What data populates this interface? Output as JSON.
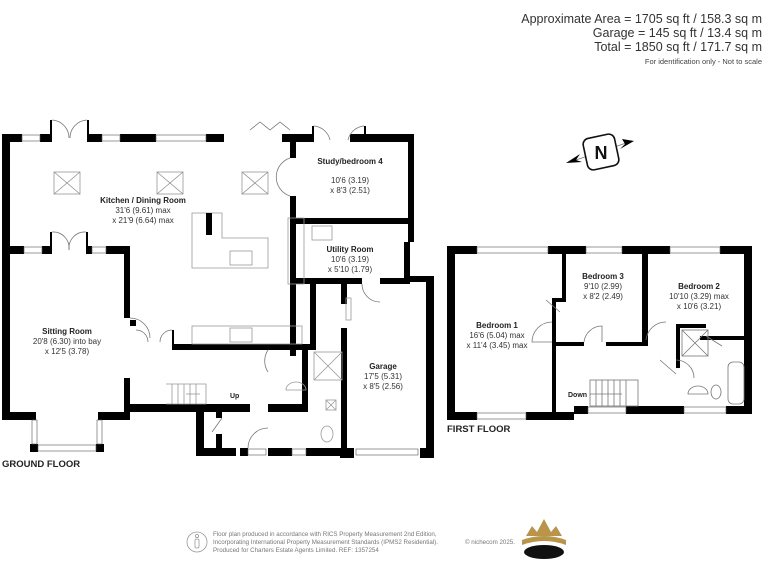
{
  "area_summary": {
    "approximate_area": "Approximate Area = 1705 sq ft / 158.3 sq m",
    "garage": "Garage = 145 sq ft / 13.4 sq m",
    "total": "Total = 1850 sq ft / 171.7 sq m",
    "note": "For identification only - Not to scale"
  },
  "compass": {
    "letter": "N",
    "icon": "north-arrow-icon"
  },
  "ground_floor": {
    "label": "GROUND FLOOR",
    "rooms": [
      {
        "name": "Kitchen / Dining Room",
        "dim1": "31'6 (9.61) max",
        "dim2": "x 21'9 (6.64) max"
      },
      {
        "name": "Study/bedroom 4",
        "dim1": "10'6 (3.19)",
        "dim2": "x 8'3 (2.51)"
      },
      {
        "name": "Utility Room",
        "dim1": "10'6 (3.19)",
        "dim2": "x 5'10 (1.79)"
      },
      {
        "name": "Sitting Room",
        "dim1": "20'8 (6.30) into bay",
        "dim2": "x 12'5 (3.78)"
      },
      {
        "name": "Garage",
        "dim1": "17'5 (5.31)",
        "dim2": "x 8'5 (2.56)"
      }
    ],
    "stairs_label": "Up"
  },
  "first_floor": {
    "label": "FIRST FLOOR",
    "rooms": [
      {
        "name": "Bedroom 1",
        "dim1": "16'6 (5.04) max",
        "dim2": "x 11'4 (3.45) max"
      },
      {
        "name": "Bedroom 3",
        "dim1": "9'10 (2.99)",
        "dim2": "x 8'2 (2.49)"
      },
      {
        "name": "Bedroom 2",
        "dim1": "10'10 (3.29) max",
        "dim2": "x 10'6 (3.21)"
      }
    ],
    "stairs_label": "Down"
  },
  "footer": {
    "line1": "Floor plan produced in accordance with RICS Property Measurement 2nd Edition,",
    "line2": "Incorporating International Property Measurement Standards (IPMS2 Residential).",
    "line3": "Produced for Charters Estate Agents Limited.   REF: 1357254",
    "copyright": "© nichecom 2025.",
    "logo": "crown-logo-icon"
  },
  "colors": {
    "wall": "#000000",
    "fixture": "#999999",
    "logo_gold": "#b8954a",
    "logo_dark": "#111111",
    "footer_text": "#777777"
  }
}
